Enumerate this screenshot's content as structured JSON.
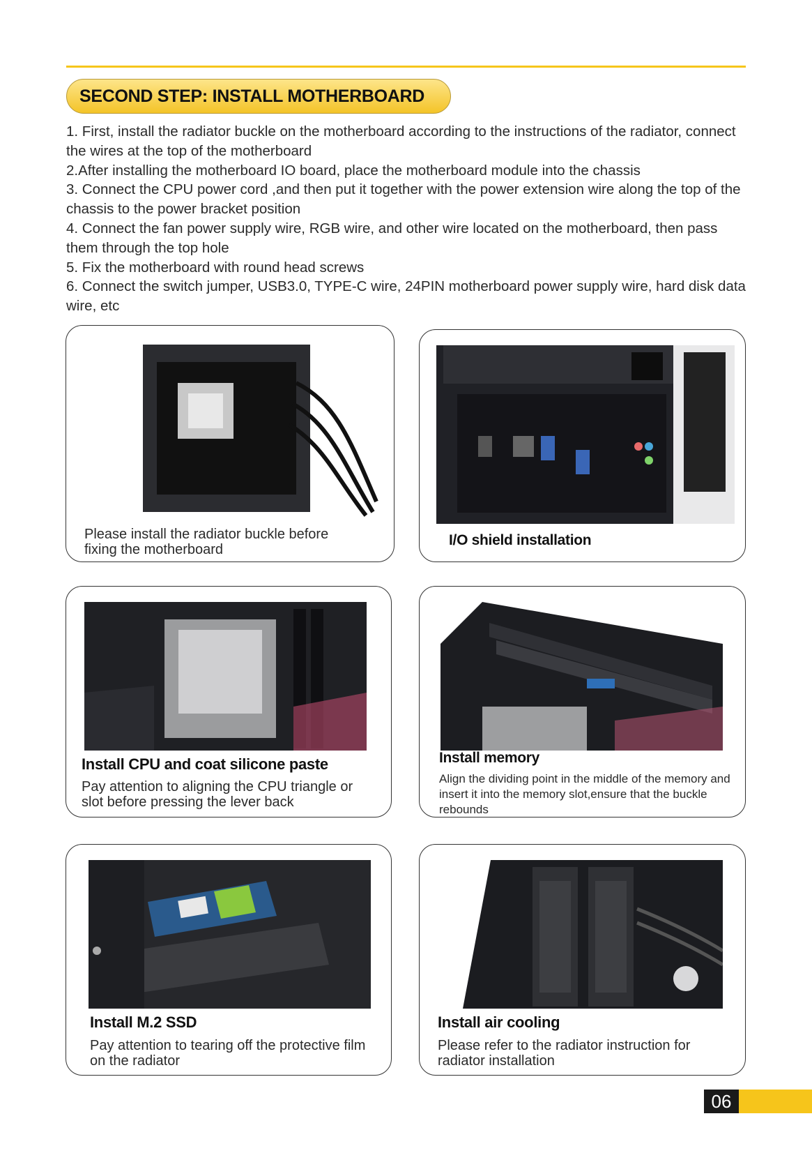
{
  "section_title": "SECOND STEP: INSTALL MOTHERBOARD",
  "instructions": [
    "1. First, install the radiator buckle on the motherboard according to the instructions of the radiator, connect the wires at the top of the motherboard",
    "2.After installing the motherboard IO board, place the motherboard module into the chassis",
    "3. Connect the CPU power cord ,and then put it together with the power extension wire along the top of the chassis to the power bracket position",
    "4. Connect the fan power supply wire, RGB wire, and other wire located on the motherboard, then pass them through the top hole",
    "5. Fix the motherboard with round head screws",
    "6. Connect the switch jumper, USB3.0, TYPE-C wire, 24PIN motherboard power supply wire, hard disk data wire, etc"
  ],
  "cards": {
    "radiator": {
      "caption": "Please install the radiator buckle before fixing the motherboard"
    },
    "io": {
      "title": "I/O shield installation"
    },
    "cpu": {
      "title": "Install CPU and coat silicone paste",
      "caption": "Pay attention to aligning the CPU triangle or slot before pressing the lever back"
    },
    "memory": {
      "title": "Install memory",
      "caption": "Align the dividing point in the middle of the memory and insert it into the memory slot,ensure that the buckle rebounds"
    },
    "ssd": {
      "title": "Install M.2 SSD",
      "caption": "Pay attention to tearing off the protective film on the radiator"
    },
    "cooling": {
      "title": "Install air cooling",
      "caption": "Please refer to the radiator instruction for radiator installation"
    }
  },
  "page_number": "06",
  "colors": {
    "accent": "#f6c51b",
    "dark": "#1a1a1a"
  }
}
